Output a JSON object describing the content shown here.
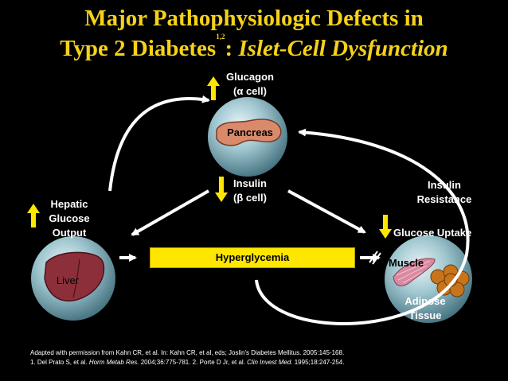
{
  "title": {
    "line1": "Major Pathophysiologic Defects in",
    "line2_main": "Type 2 Diabetes",
    "line2_sup": "1,2",
    "line2_sep": ": ",
    "line2_italic": "Islet-Cell Dysfunction"
  },
  "pancreas": {
    "organ_label": "Pancreas",
    "glucagon_line1": "Glucagon",
    "glucagon_line2": "(α cell)",
    "insulin_line1": "Insulin",
    "insulin_line2": "(β cell)"
  },
  "liver": {
    "organ_label": "Liver",
    "output_line1": "Hepatic",
    "output_line2": "Glucose",
    "output_line3": "Output"
  },
  "center": {
    "label": "Hyperglycemia"
  },
  "periphery": {
    "resistance_line1": "Insulin",
    "resistance_line2": "Resistance",
    "uptake": "Glucose Uptake",
    "muscle": "Muscle",
    "adipose_line1": "Adipose",
    "adipose_line2": "Tissue"
  },
  "footnote": {
    "line1": "Adapted with permission from Kahn CR, et al. In: Kahn CR, et al, eds; Joslin's Diabetes Mellitus. 2005:145-168.",
    "line2_a": "1. Del Prato S, et al. ",
    "line2_b": "Horm Metab Res.",
    "line2_c": " 2004;36:775-781. 2. Porte D Jr, et al. ",
    "line2_d": "Clin Invest Med.",
    "line2_e": " 1995;18:247-254."
  },
  "colors": {
    "title": "#f5d21a",
    "arrow_up_down": "#ffe600",
    "hyperglycemia_box": "#ffe600",
    "background": "#000000"
  }
}
